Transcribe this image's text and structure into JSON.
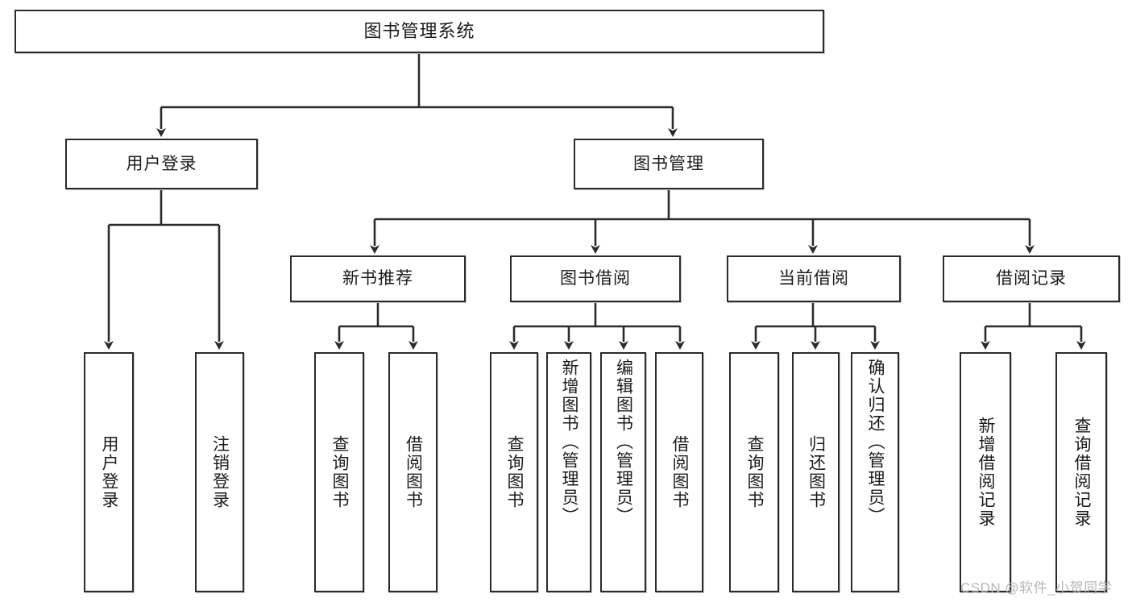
{
  "diagram": {
    "title": "图书管理系统",
    "type": "tree",
    "watermark": "CSDN @软件_小贺同学",
    "colors": {
      "border": "#2b2b2b",
      "background": "#ffffff",
      "text": "#1b1b1b",
      "watermark": "#b6b6b6"
    },
    "root": {
      "label": "图书管理系统"
    },
    "level2": [
      {
        "label": "用户登录"
      },
      {
        "label": "图书管理"
      }
    ],
    "level3": [
      {
        "label": "新书推荐"
      },
      {
        "label": "图书借阅"
      },
      {
        "label": "当前借阅"
      },
      {
        "label": "借阅记录"
      }
    ],
    "leaves": {
      "user_login": [
        {
          "label": "用户登录"
        },
        {
          "label": "注销登录"
        }
      ],
      "new_book_recommend": [
        {
          "label": "查询图书"
        },
        {
          "label": "借阅图书"
        }
      ],
      "book_borrow": [
        {
          "label": "查询图书"
        },
        {
          "label": "新增图书（管理员）"
        },
        {
          "label": "编辑图书（管理员）"
        },
        {
          "label": "借阅图书"
        }
      ],
      "current_borrow": [
        {
          "label": "查询图书"
        },
        {
          "label": "归还图书"
        },
        {
          "label": "确认归还（管理员）"
        }
      ],
      "borrow_record": [
        {
          "label": "新增借阅记录"
        },
        {
          "label": "查询借阅记录"
        }
      ]
    }
  }
}
